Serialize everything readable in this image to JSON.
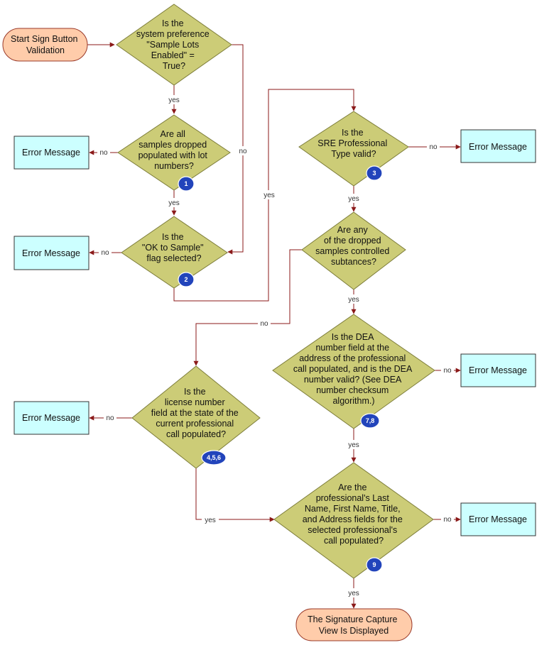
{
  "flowchart": {
    "start": [
      "Start Sign Button",
      "Validation"
    ],
    "end": [
      "The Signature Capture",
      "View Is Displayed"
    ],
    "decisions": {
      "sample_lots": [
        "Is the",
        "system preference",
        "\"Sample Lots",
        "Enabled\" =",
        "True?"
      ],
      "lot_numbers": [
        "Are all",
        "samples dropped",
        "populated with lot",
        "numbers?"
      ],
      "ok_to_sample": [
        "Is the",
        "\"OK to Sample\"",
        "flag selected?"
      ],
      "sre_type": [
        "Is the",
        "SRE Professional",
        "Type valid?"
      ],
      "controlled": [
        "Are any",
        "of the dropped",
        "samples controlled",
        "subtances?"
      ],
      "dea": [
        "Is the DEA",
        "number field at the",
        "address of the professional",
        "call  populated, and is the DEA",
        "number valid? (See DEA",
        "number checksum",
        "algorithm.)"
      ],
      "license": [
        "Is the",
        "license number",
        "field at the state of the",
        "current professional",
        "call populated?"
      ],
      "professional": [
        "Are the",
        "professional's  Last",
        "Name, First Name, Title,",
        "and Address fields for the",
        "selected professional's",
        "call populated?"
      ]
    },
    "error_label": "Error Message",
    "badges": {
      "lot_numbers": "1",
      "ok_to_sample": "2",
      "sre_type": "3",
      "license": "4,5,6",
      "dea": "7,8",
      "professional": "9"
    },
    "edge_labels": {
      "yes": "yes",
      "no": "no"
    }
  },
  "colors": {
    "decision_fill": "#cccc77",
    "error_fill": "#ccffff",
    "terminal_fill": "#ffccaa",
    "edge": "#8b1a1a",
    "badge": "#2244bb"
  }
}
